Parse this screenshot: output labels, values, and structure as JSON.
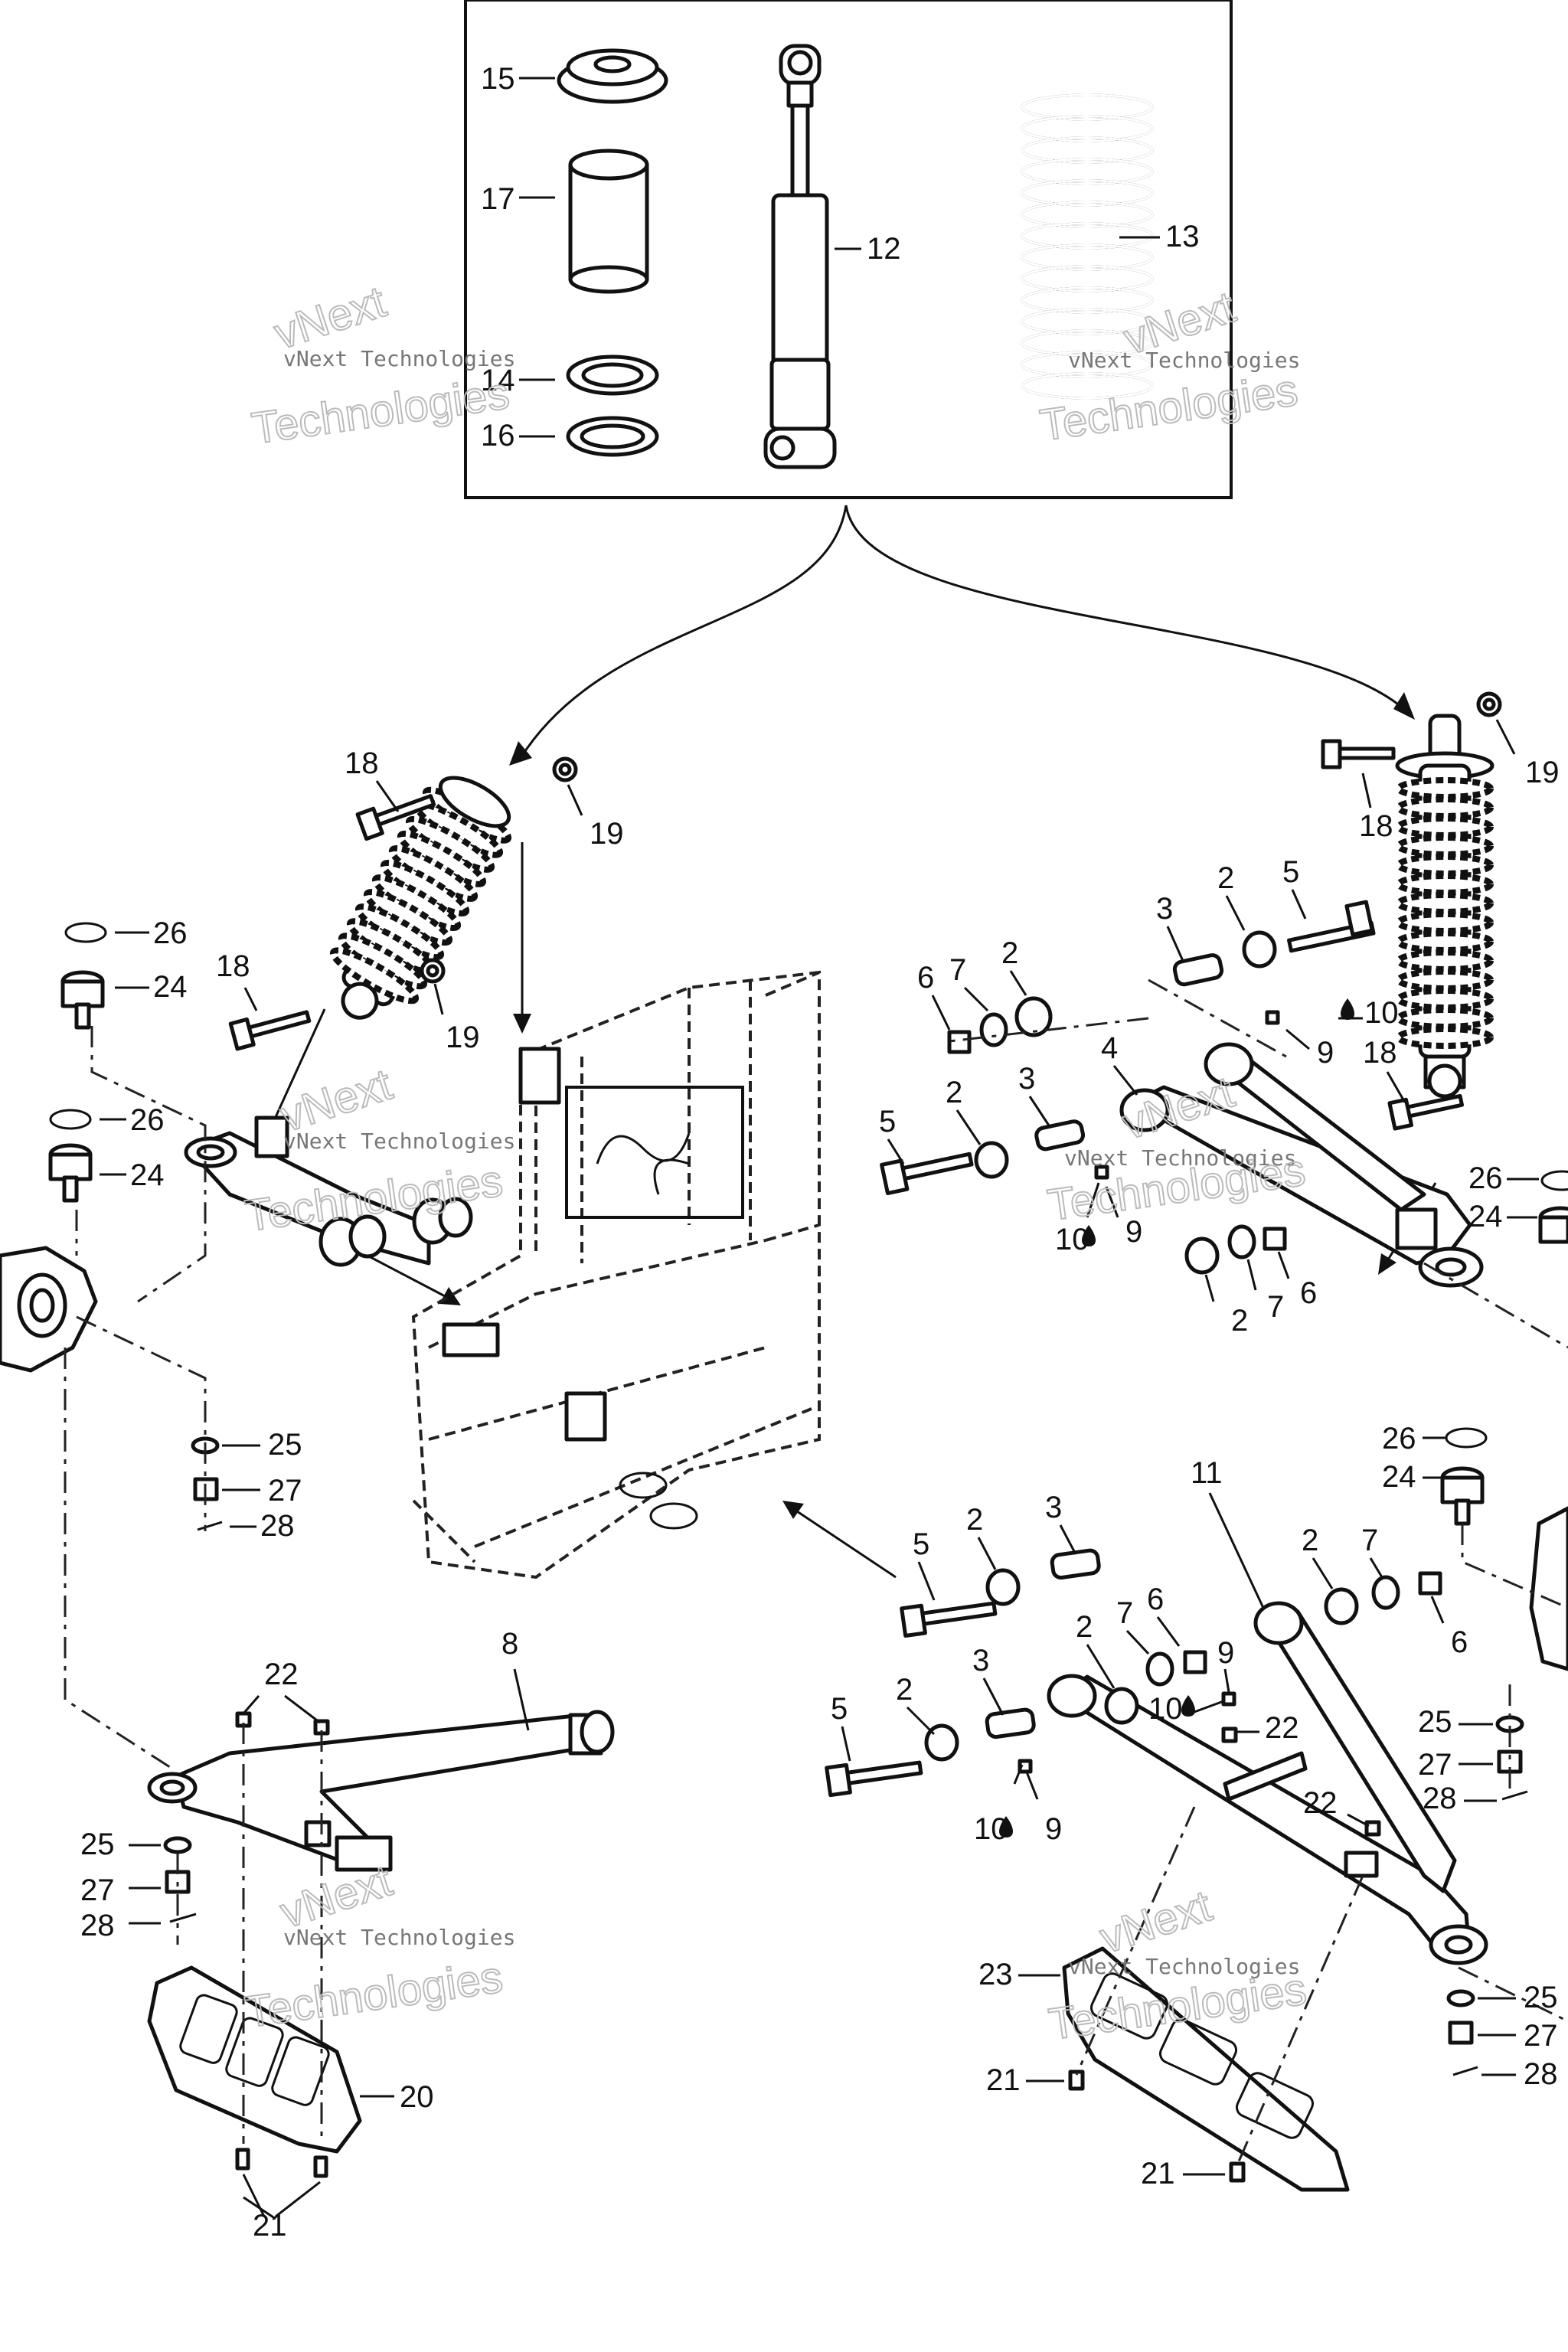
{
  "watermark": {
    "line1": "vNext",
    "line2": "Technologies",
    "full": "vNext Technologies"
  },
  "callouts": {
    "c2": "2",
    "c3": "3",
    "c4": "4",
    "c5": "5",
    "c6": "6",
    "c7": "7",
    "c8": "8",
    "c9": "9",
    "c10": "10",
    "c11": "11",
    "c12": "12",
    "c13": "13",
    "c14": "14",
    "c15": "15",
    "c16": "16",
    "c17": "17",
    "c18": "18",
    "c19": "19",
    "c20": "20",
    "c21": "21",
    "c22": "22",
    "c23": "23",
    "c24": "24",
    "c25": "25",
    "c26": "26",
    "c27": "27",
    "c28": "28"
  },
  "lubricant_icon": "oil-drop-icon"
}
